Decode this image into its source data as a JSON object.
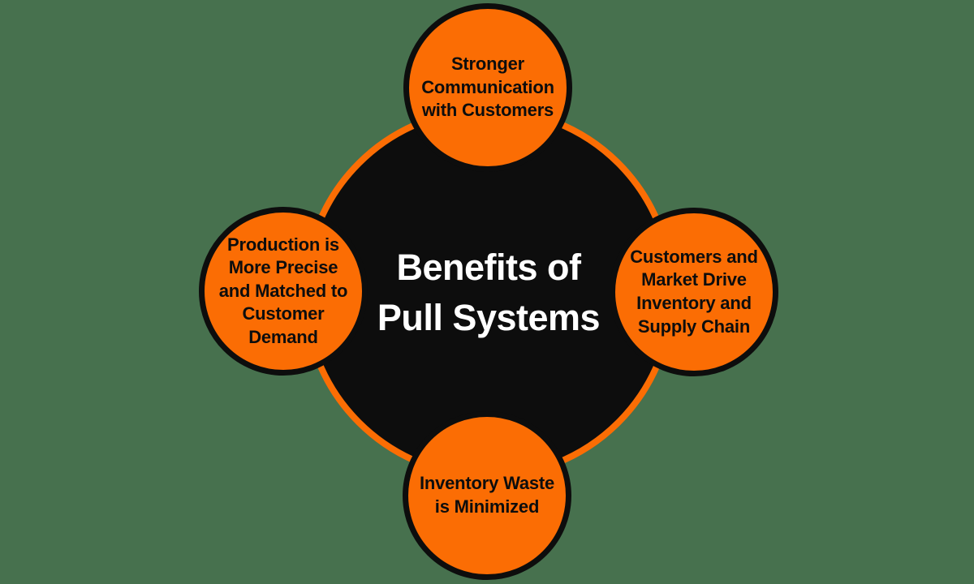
{
  "diagram": {
    "title": "Benefits of Pull Systems",
    "center_label": "Benefits of\nPull Systems",
    "nodes": [
      {
        "id": "top",
        "position": "top",
        "label": "Stronger\nCommunication\nwith Customers"
      },
      {
        "id": "right",
        "position": "right",
        "label": "Customers and\nMarket Drive\nInventory and\nSupply Chain"
      },
      {
        "id": "bottom",
        "position": "bottom",
        "label": "Inventory Waste\nis Minimized"
      },
      {
        "id": "left",
        "position": "left",
        "label": "Production is\nMore Precise\nand Matched to\nCustomer\nDemand"
      }
    ],
    "colors": {
      "background": "#47714E",
      "node_fill": "#FB6D04",
      "node_border": "#0D0D0D",
      "center_fill": "#0D0D0D",
      "center_ring": "#FB6D04",
      "center_text": "#FFFFFF",
      "node_text": "#0D0D0D"
    }
  }
}
